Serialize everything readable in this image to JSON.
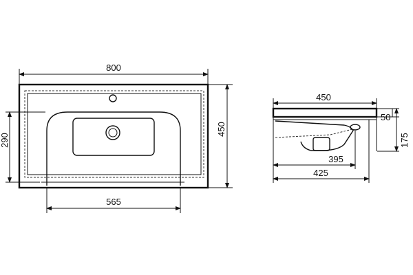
{
  "colors": {
    "line": "#111111",
    "background": "#ffffff"
  },
  "top_view": {
    "dimensions": {
      "width": "800",
      "depth": "450",
      "bowl_depth": "290",
      "bowl_width": "565"
    }
  },
  "side_view": {
    "dimensions": {
      "depth": "450",
      "rim_height": "50",
      "overall_height": "175",
      "drain_offset": "395",
      "bowl_offset": "425"
    }
  }
}
